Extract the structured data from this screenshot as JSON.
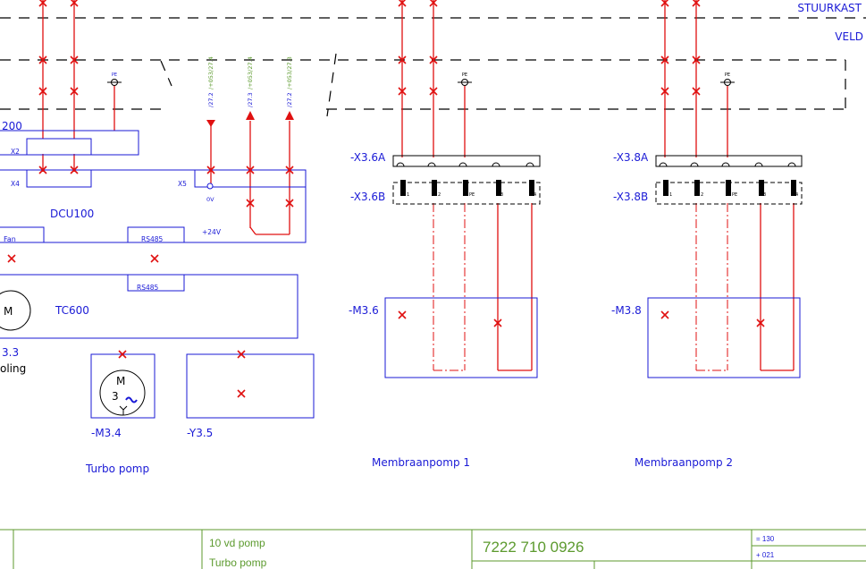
{
  "zones": {
    "top": "STUURKAST",
    "bottom": "VELD"
  },
  "pe_label": "PE",
  "wire_refs": [
    "/27.2",
    "/+053/27.4",
    "/27.3",
    "/+053/27.4",
    "/27.2",
    "/+053/27.3"
  ],
  "left": {
    "partial_id": "200",
    "x2": "X2",
    "x4": "X4",
    "x5": "X5",
    "dcu": "DCU100",
    "zero_v": "0V",
    "plus24": "+24V",
    "fan": "Fan",
    "rs485_a": "RS485",
    "rs485_b": "RS485",
    "tc600": "TC600",
    "motor_m": "M",
    "m33": "3.3",
    "cooling": "oling"
  },
  "turbo": {
    "motor_m": "M",
    "motor_3": "3",
    "motor_tag": "-M3.4",
    "valve_tag": "-Y3.5",
    "caption": "Turbo pomp"
  },
  "pumps": [
    {
      "terminal_a": "-X3.6A",
      "terminal_b": "-X3.6B",
      "motor": "-M3.6",
      "caption": "Membraanpomp 1"
    },
    {
      "terminal_a": "-X3.8A",
      "terminal_b": "-X3.8B",
      "motor": "-M3.8",
      "caption": "Membraanpomp 2"
    }
  ],
  "pins": [
    "1",
    "2",
    "PE",
    "3",
    "4"
  ],
  "title_block": {
    "line1": "10 vd pomp",
    "line2": "Turbo pomp",
    "drawing_no": "7222 710 0926",
    "ref_a": "= 130",
    "ref_b": "+ 021"
  },
  "colors": {
    "blue": "#1a1ad6",
    "red": "#e01010",
    "green": "#5c9a2e",
    "dash": "#000000"
  }
}
